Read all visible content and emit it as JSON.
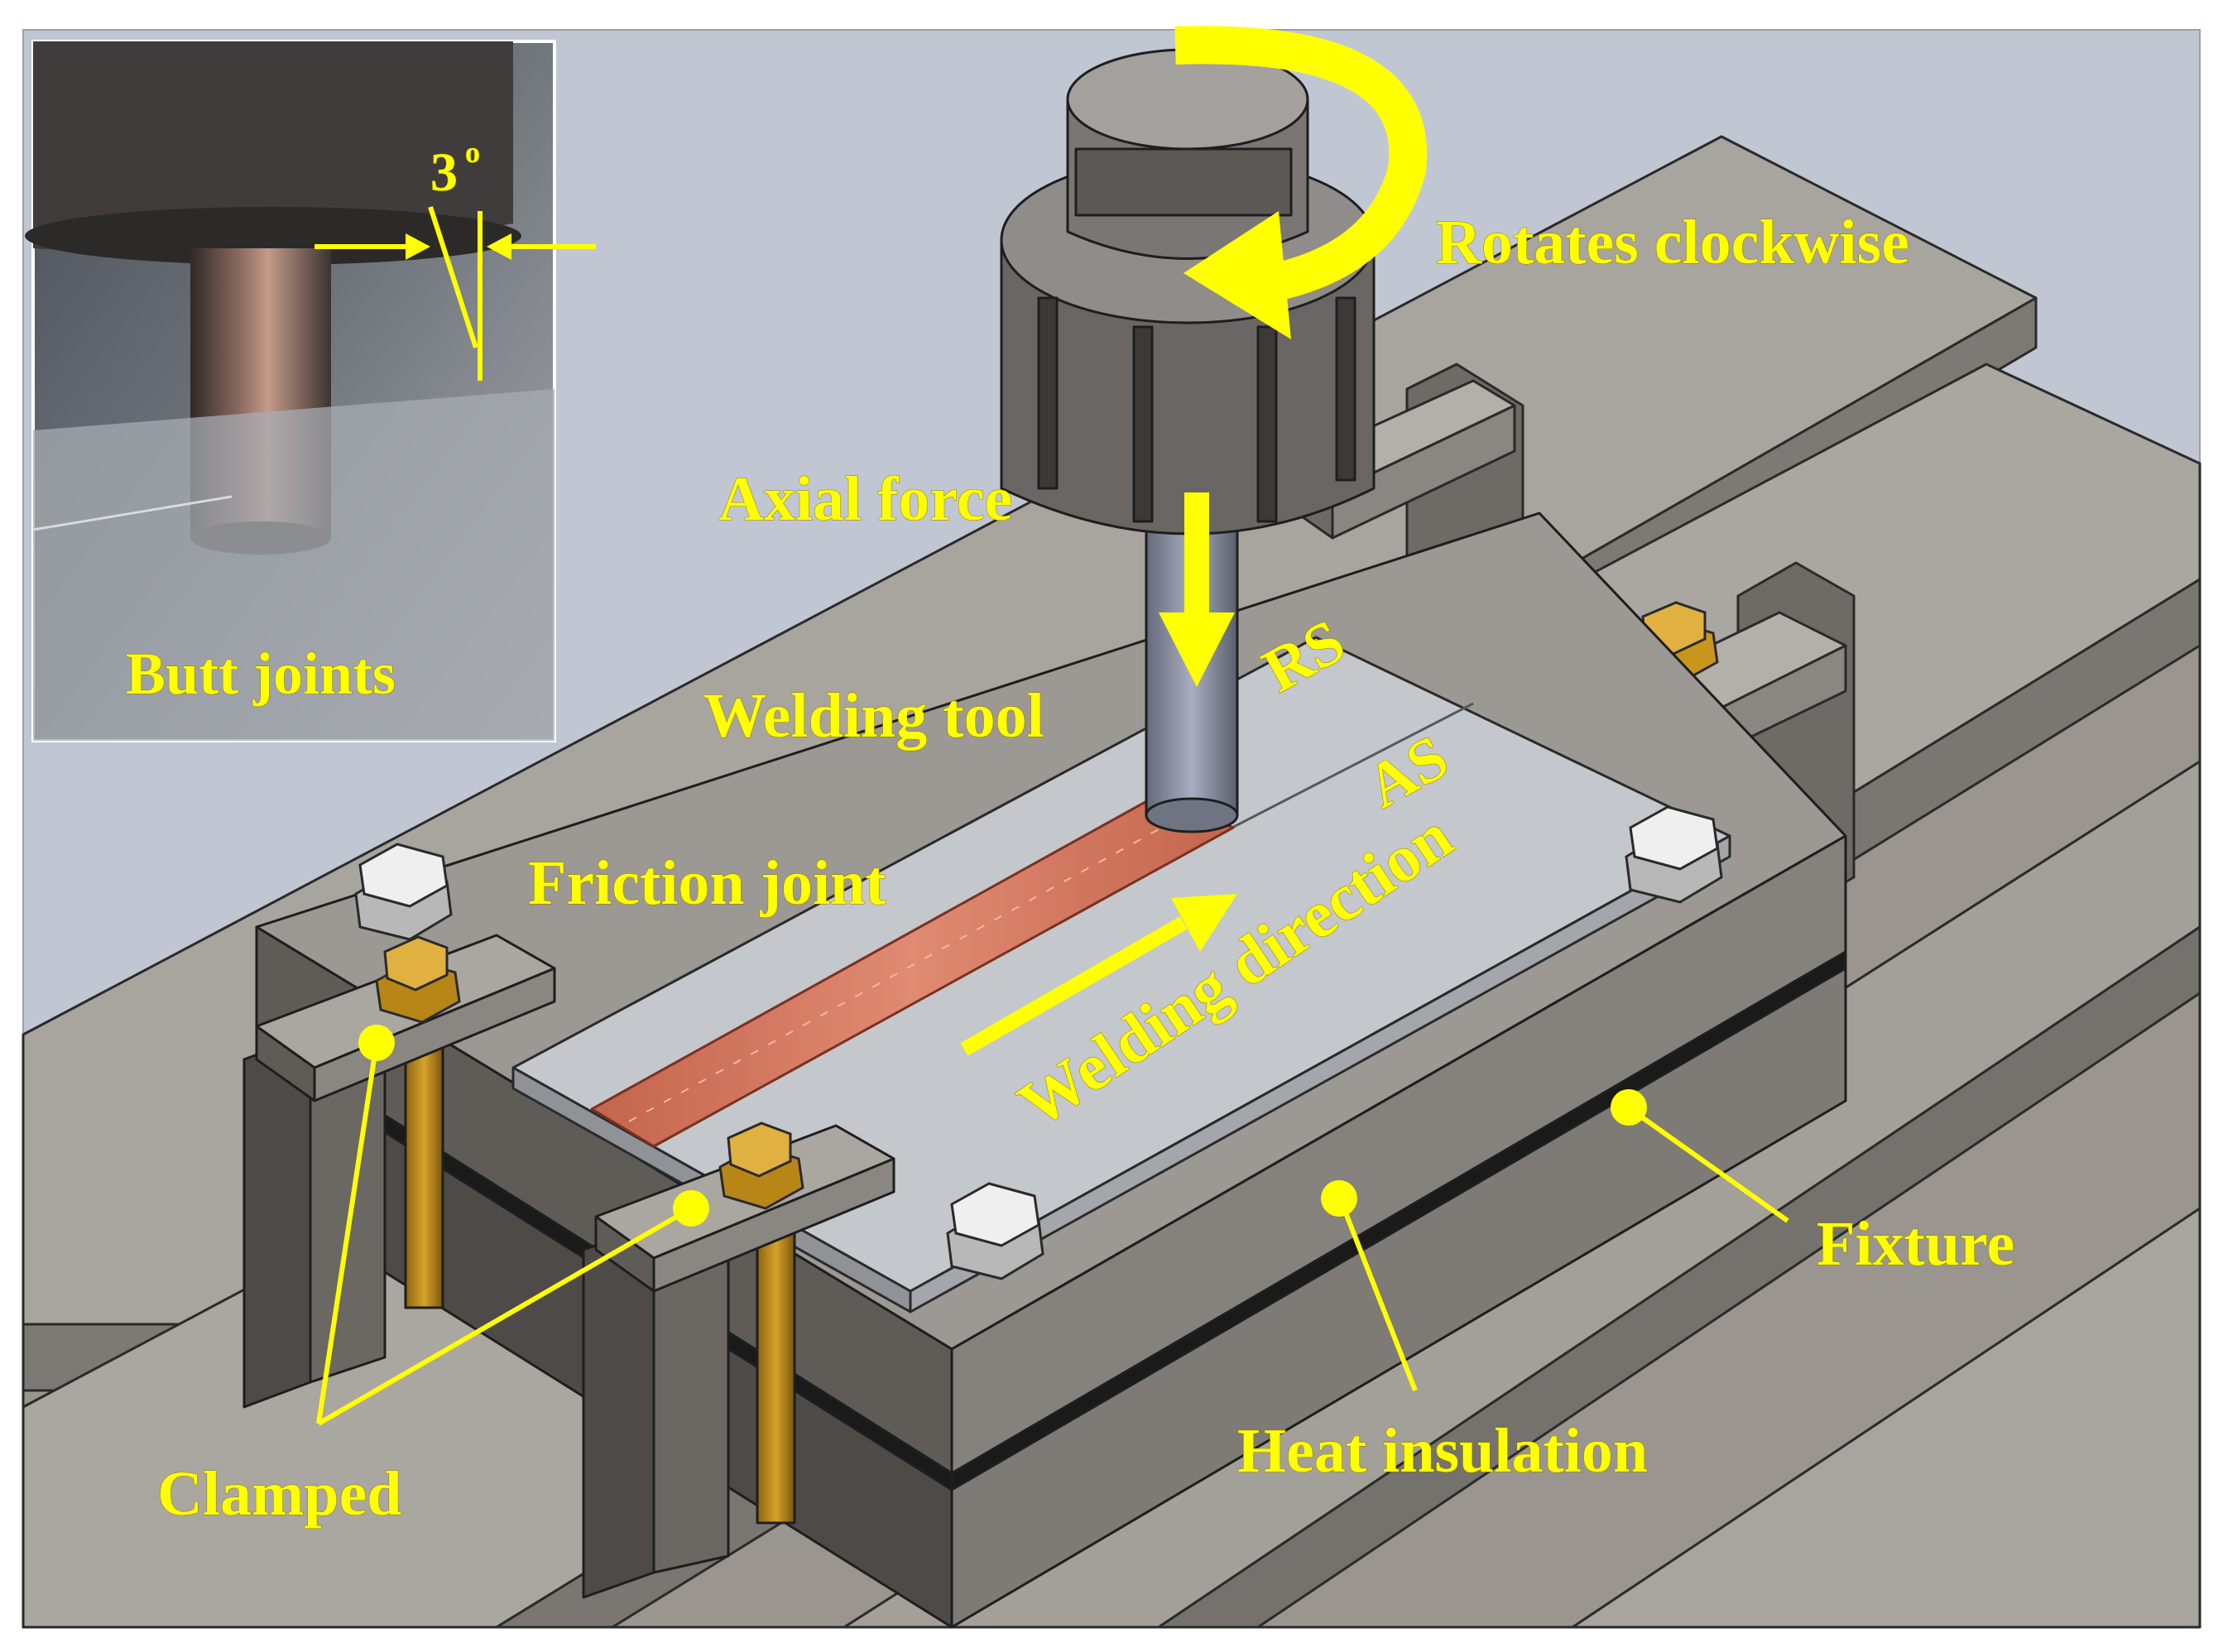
{
  "colors": {
    "label_yellow": "#ffff00",
    "background": "#c0c7d3",
    "fixture_gray": "#8f8b87",
    "weld_copper": "#d8765e",
    "plate_light": "#c4c7cb",
    "bolt_gold": "#c8961a"
  },
  "inset": {
    "angle_label": "3",
    "angle_degree": "o",
    "caption": "Butt joints"
  },
  "labels": {
    "rotation": "Rotates clockwise",
    "axial_force": "Axial force",
    "retreating_side": "RS",
    "advancing_side": "AS",
    "welding_tool": "Welding tool",
    "friction_joint": "Friction joint",
    "welding_direction": "Welding direction",
    "fixture": "Fixture",
    "heat_insulation": "Heat insulation",
    "clamped": "Clamped"
  },
  "icons": {
    "rotation": "curved-arrow-icon",
    "force": "down-arrow-icon",
    "direction": "diagonal-arrow-icon"
  }
}
